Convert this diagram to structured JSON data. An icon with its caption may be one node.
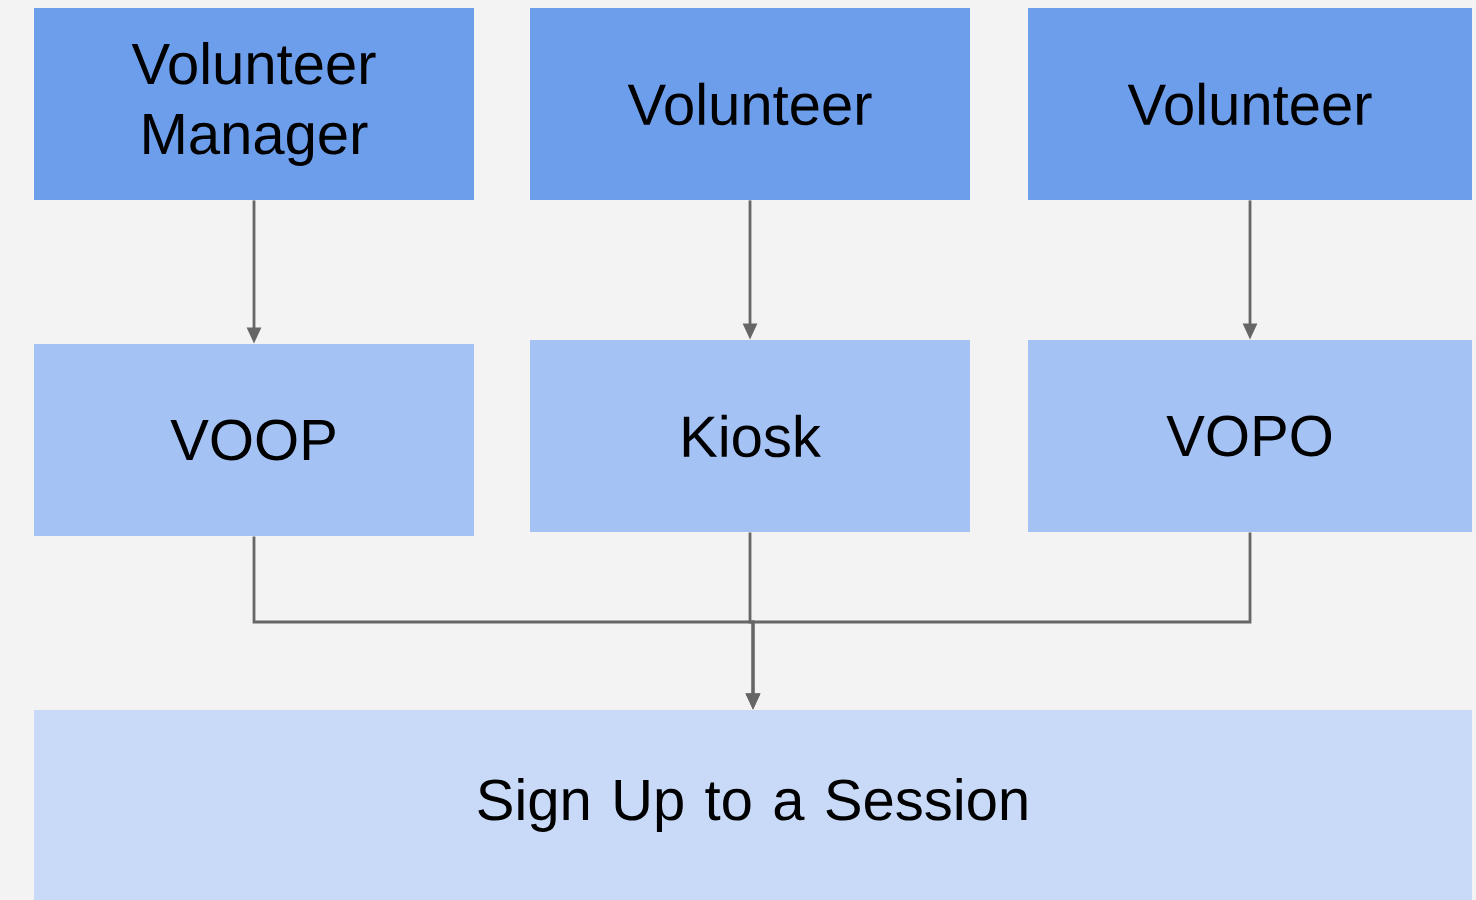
{
  "diagram": {
    "nodes": [
      {
        "text": [
          "Volunteer Manager"
        ]
      },
      {
        "text": [
          "Volunteer"
        ]
      },
      {
        "text": [
          "Volunteer"
        ]
      },
      {
        "text": [
          "VOOP"
        ]
      },
      {
        "text": [
          "Kiosk"
        ]
      },
      {
        "text": [
          "VOPO"
        ]
      },
      {
        "text": [
          "Sign Up to a Session"
        ]
      }
    ],
    "edges": [
      {
        "from": 0,
        "to": 3,
        "arrow": "to"
      },
      {
        "from": 1,
        "to": 4,
        "arrow": "to"
      },
      {
        "from": 2,
        "to": 5,
        "arrow": "to"
      },
      {
        "from": 3,
        "to": 6,
        "arrow": "to"
      },
      {
        "from": 4,
        "to": 6,
        "arrow": "to"
      },
      {
        "from": 5,
        "to": 6,
        "arrow": "to"
      }
    ]
  }
}
